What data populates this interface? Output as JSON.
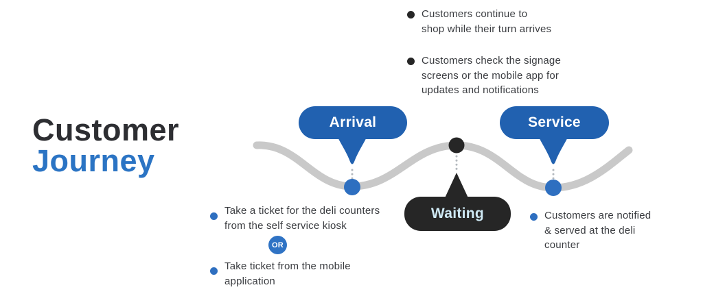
{
  "title": {
    "line1": "Customer",
    "line2": "Journey"
  },
  "stages": [
    {
      "label": "Arrival"
    },
    {
      "label": "Waiting"
    },
    {
      "label": "Service"
    }
  ],
  "waiting_notes": [
    {
      "text": "Customers continue to\nshop while their turn arrives"
    },
    {
      "text": "Customers check the signage\nscreens or the mobile app for\nupdates and notifications"
    }
  ],
  "arrival_notes": {
    "option1": "Take a ticket for the deli counters\nfrom the self service kiosk",
    "or_label": "OR",
    "option2": "Take ticket from the mobile\napplication"
  },
  "service_notes": [
    {
      "text": "Customers are notified\n& served at the deli\ncounter"
    }
  ],
  "colors": {
    "primary_blue": "#2161b0",
    "title_blue": "#2b74c4",
    "bullet_blue": "#2e6fc0",
    "dark": "#262626",
    "wave_gray": "#c9c9c9",
    "waiting_label_blue": "#cfe9f4"
  }
}
